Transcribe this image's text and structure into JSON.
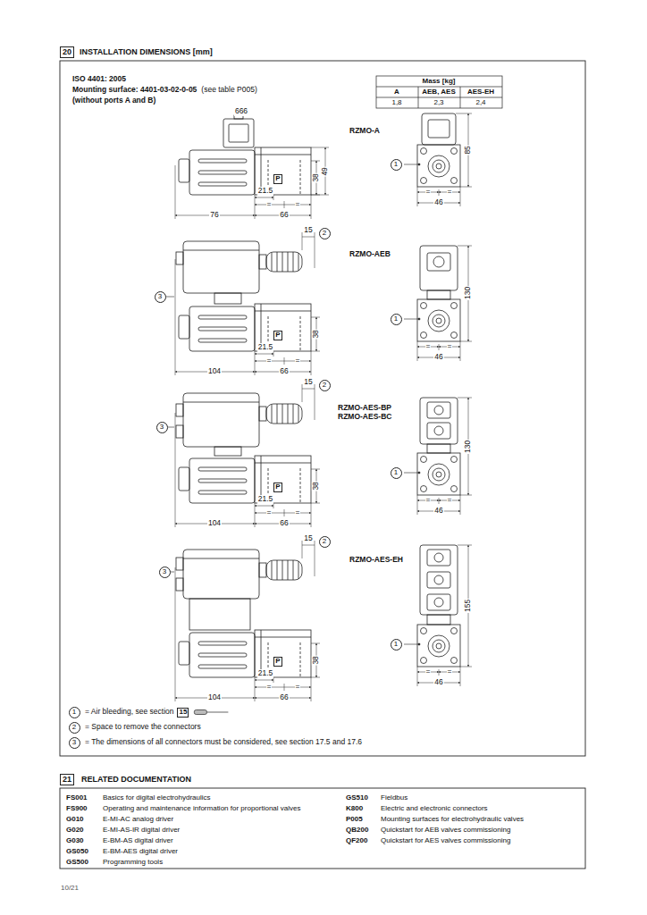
{
  "diagram": {
    "nodes": [
      {
        "text": [
          "20"
        ]
      },
      {
        "text": [
          "1"
        ]
      },
      {
        "text": [
          "P"
        ]
      },
      {
        "text": [
          "2"
        ]
      },
      {
        "text": [
          "3"
        ]
      },
      {
        "text": [
          "1"
        ]
      },
      {
        "text": [
          "P"
        ]
      },
      {
        "text": [
          "2"
        ]
      },
      {
        "text": [
          "3"
        ]
      },
      {
        "text": [
          "1"
        ]
      },
      {
        "text": [
          "P"
        ]
      },
      {
        "text": [
          "2"
        ]
      },
      {
        "text": [
          "3"
        ]
      },
      {
        "text": [
          "1"
        ]
      },
      {
        "text": [
          "P"
        ]
      },
      {
        "text": [
          "1"
        ]
      },
      {
        "text": [
          "15"
        ]
      },
      {
        "text": [
          "2"
        ]
      },
      {
        "text": [
          "3"
        ]
      },
      {
        "text": [
          "21"
        ]
      }
    ],
    "labels": [
      "INSTALLATION DIMENSIONS [mm]",
      "ISO 4401: 2005",
      "Mounting surface: 4401-03-02-0-05",
      "(see table P005)",
      "(without ports A and B)",
      "Mass [kg]",
      "A",
      "AEB, AES",
      "AES-EH",
      "1,8",
      "2,3",
      "2,4",
      "666",
      "RZMO-A",
      "38",
      "49",
      "85",
      "21.5",
      "=",
      "=",
      "=",
      "=",
      "76",
      "66",
      "46",
      "15",
      "RZMO-AEB",
      "130",
      "38",
      "21.5",
      "=",
      "=",
      "=",
      "=",
      "104",
      "66",
      "46",
      "15",
      "RZMO-AES-BP",
      "RZMO-AES-BC",
      "130",
      "38",
      "21.5",
      "=",
      "=",
      "=",
      "=",
      "104",
      "66",
      "46",
      "15",
      "RZMO-AES-EH",
      "155",
      "38",
      "21.5",
      "=",
      "=",
      "=",
      "=",
      "104",
      "66",
      "46",
      "= Air bleeding, see section",
      "= Space to remove the connectors",
      "= The dimensions of all connectors must be considered, see section 17.5 and 17.6",
      "RELATED DOCUMENTATION",
      "FS001",
      "Basics for digital electrohydraulics",
      "FS900",
      "Operating and maintenance information for proportional valves",
      "G010",
      "E-MI-AC analog driver",
      "G020",
      "E-MI-AS-IR digital driver",
      "G030",
      "E-BM-AS digital driver",
      "GS050",
      "E-BM-AES digital driver",
      "GS500",
      "Programming tools",
      "GS510",
      "Fieldbus",
      "K800",
      "Electric and electronic connectors",
      "P005",
      "Mounting surfaces for electrohydraulic valves",
      "QB200",
      "Quickstart for AEB valves commissioning",
      "QF200",
      "Quickstart for AES valves commissioning",
      "10/21"
    ]
  }
}
